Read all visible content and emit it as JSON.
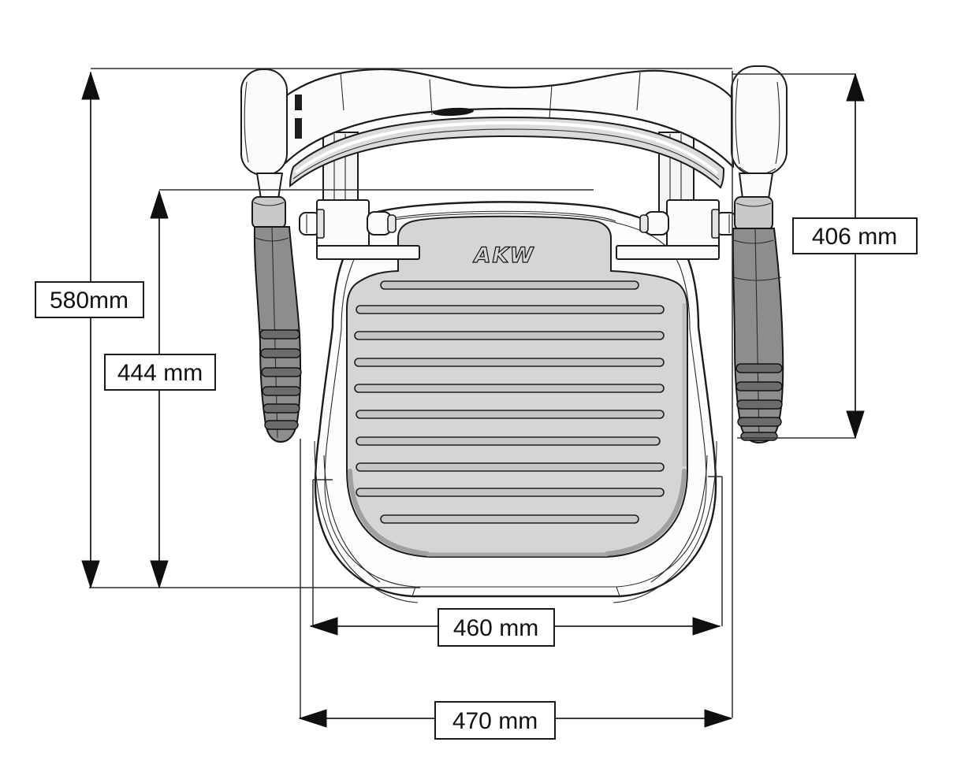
{
  "drawing": {
    "type": "technical-dimension-drawing",
    "subject": "wall-mounted fold-up shower seat with padded seat, backrest rail and drop-down armrest grips",
    "view": "front"
  },
  "logo": {
    "text": "AKW"
  },
  "dimensions": {
    "overall_height": {
      "label": "580mm",
      "value": 580,
      "unit": "mm",
      "orientation": "vertical",
      "side": "left-outer"
    },
    "mid_height": {
      "label": "444 mm",
      "value": 444,
      "unit": "mm",
      "orientation": "vertical",
      "side": "left-inner"
    },
    "side_height": {
      "label": "406 mm",
      "value": 406,
      "unit": "mm",
      "orientation": "vertical",
      "side": "right"
    },
    "seat_width": {
      "label": "460 mm",
      "value": 460,
      "unit": "mm",
      "orientation": "horizontal",
      "side": "bottom-inner"
    },
    "overall_width": {
      "label": "470 mm",
      "value": 470,
      "unit": "mm",
      "orientation": "horizontal",
      "side": "bottom-outer"
    }
  },
  "colors": {
    "background": "#ffffff",
    "line_work": "#1c1c1c",
    "dimension_lines": "#1f1f1f",
    "label_box_fill": "#ffffff",
    "seat_pad_gray": "#d5d5d5",
    "groove_gray": "#c6c6c6",
    "cushion_gray": "#dcdcdc",
    "grip_dark_gray": "#8d8d8d",
    "rib_gray": "#6b6b6b",
    "sleeve_gray": "#c9c9c9"
  }
}
